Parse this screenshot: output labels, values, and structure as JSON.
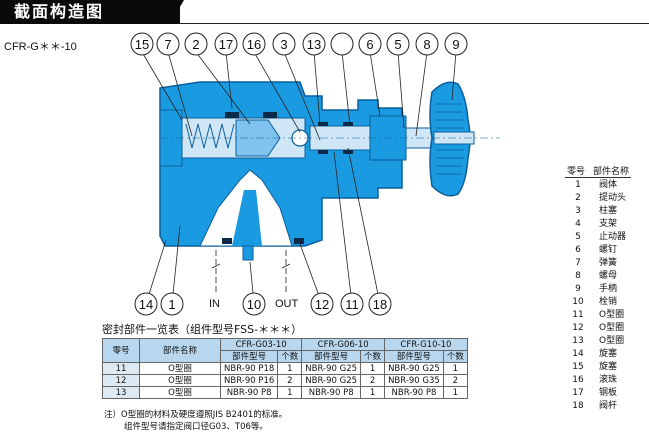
{
  "page": {
    "title": "截面构造图",
    "model": "CFR-G＊＊-10"
  },
  "callouts_top": [
    "15",
    "7",
    "2",
    "17",
    "16",
    "3",
    "13",
    "6",
    "5",
    "8",
    "9"
  ],
  "callouts_bottom": [
    "14",
    "1",
    "10",
    "12",
    "11",
    "18"
  ],
  "ports": {
    "in": "IN",
    "out": "OUT"
  },
  "parts_list": {
    "header_no": "零号",
    "header_name": "部件名称",
    "rows": [
      {
        "no": "1",
        "name": "阀体"
      },
      {
        "no": "2",
        "name": "提动头"
      },
      {
        "no": "3",
        "name": "柱塞"
      },
      {
        "no": "4",
        "name": "支架"
      },
      {
        "no": "5",
        "name": "止动器"
      },
      {
        "no": "6",
        "name": "螺钉"
      },
      {
        "no": "7",
        "name": "弹簧"
      },
      {
        "no": "8",
        "name": "螺母"
      },
      {
        "no": "9",
        "name": "手柄"
      },
      {
        "no": "10",
        "name": "栓销"
      },
      {
        "no": "11",
        "name": "O型圈"
      },
      {
        "no": "12",
        "name": "O型圈"
      },
      {
        "no": "13",
        "name": "O型圈"
      },
      {
        "no": "14",
        "name": "旋塞"
      },
      {
        "no": "15",
        "name": "旋塞"
      },
      {
        "no": "16",
        "name": "滚珠"
      },
      {
        "no": "17",
        "name": "钢板"
      },
      {
        "no": "18",
        "name": "阀杆"
      }
    ]
  },
  "seal_table": {
    "title": "密封部件一览表（组件型号FSS-＊＊＊）",
    "h_no": "零号",
    "h_name": "部件名称",
    "groups": [
      "CFR-G03-10",
      "CFR-G06-10",
      "CFR-G10-10"
    ],
    "h_part": "部件型号",
    "h_qty": "个数",
    "rows": [
      {
        "no": "11",
        "name": "O型圈",
        "g1p": "NBR-90 P18",
        "g1q": "1",
        "g2p": "NBR-90 G25",
        "g2q": "1",
        "g3p": "NBR-90 G25",
        "g3q": "1"
      },
      {
        "no": "12",
        "name": "O型圈",
        "g1p": "NBR-90 P16",
        "g1q": "2",
        "g2p": "NBR-90 G25",
        "g2q": "2",
        "g3p": "NBR-90 G35",
        "g3q": "2"
      },
      {
        "no": "13",
        "name": "O型圈",
        "g1p": "NBR-90 P8",
        "g1q": "1",
        "g2p": "NBR-90 P8",
        "g2q": "1",
        "g3p": "NBR-90 P8",
        "g3q": "1"
      }
    ]
  },
  "note": {
    "line1": "注）O型圈的材料及硬度遵照JIS B2401的标准。",
    "line2": "组件型号请指定阀口径G03、T06等。"
  },
  "colors": {
    "body": "#1a9ae0",
    "body_dark": "#0b5f9c",
    "steel": "#cfe6f6",
    "table_header": "#b8d7ee",
    "table_shade": "#dde9f3"
  }
}
